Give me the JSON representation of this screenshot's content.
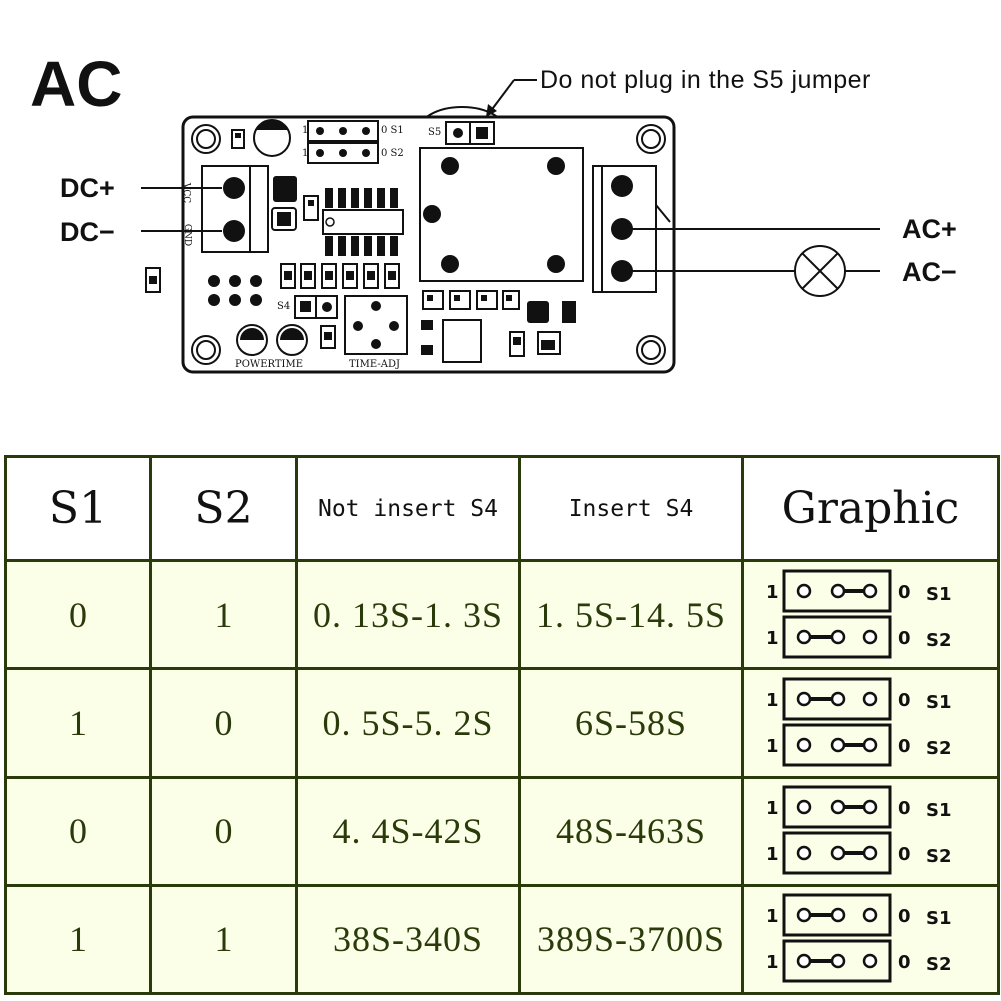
{
  "header": {
    "mode_title": "AC",
    "annotation": "Do not plug in the S5 jumper"
  },
  "terminals": {
    "dc_plus": "DC+",
    "dc_minus": "DC−",
    "ac_plus": "AC+",
    "ac_minus": "AC−"
  },
  "board_labels": {
    "vcc": "VCC",
    "gnd": "GND",
    "s5": "S5",
    "s4": "S4",
    "s1": "0 S1",
    "s2": "0 S2",
    "s1_one": "1",
    "s2_one": "1",
    "powertime": "POWERTIME",
    "time_adj": "TIME-ADJ"
  },
  "table": {
    "headers": [
      "S1",
      "S2",
      "Not insert S4",
      "Insert S4",
      "Graphic"
    ],
    "rows": [
      {
        "s1": "0",
        "s2": "1",
        "not_insert": "0. 13S-1. 3S",
        "insert": "1. 5S-14. 5S",
        "graphic": {
          "s1_jumper": "right",
          "s2_jumper": "left"
        }
      },
      {
        "s1": "1",
        "s2": "0",
        "not_insert": "0. 5S-5. 2S",
        "insert": "6S-58S",
        "graphic": {
          "s1_jumper": "left",
          "s2_jumper": "right"
        }
      },
      {
        "s1": "0",
        "s2": "0",
        "not_insert": "4. 4S-42S",
        "insert": "48S-463S",
        "graphic": {
          "s1_jumper": "right",
          "s2_jumper": "right"
        }
      },
      {
        "s1": "1",
        "s2": "1",
        "not_insert": "38S-340S",
        "insert": "389S-3700S",
        "graphic": {
          "s1_jumper": "left",
          "s2_jumper": "left"
        }
      }
    ],
    "graphic_labels": {
      "one": "1",
      "zero": "0",
      "s1": "S1",
      "s2": "S2"
    }
  },
  "colors": {
    "table_bg": "#fbffe8",
    "table_text": "#2a3a0a",
    "line": "#111111"
  }
}
